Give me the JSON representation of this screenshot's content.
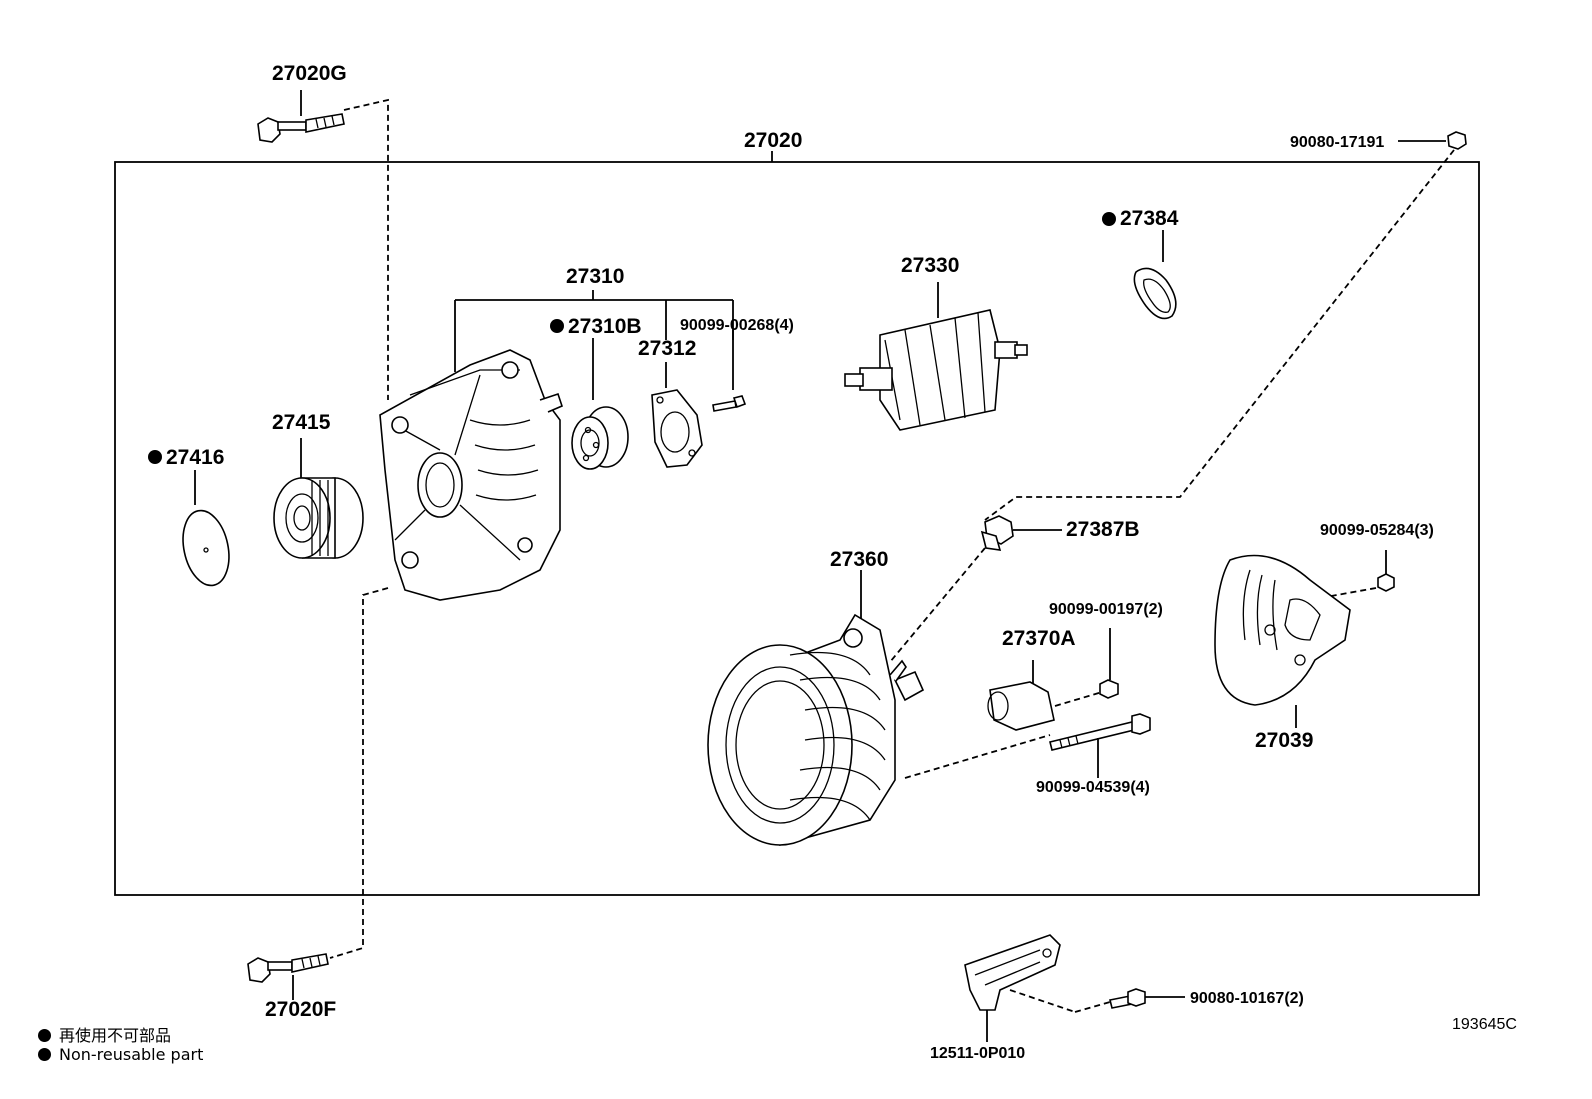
{
  "diagram_code": "193645C",
  "legend": {
    "line_jp": "再使用不可部品",
    "line_en": "Non-reusable part"
  },
  "labels": {
    "p27020G": "27020G",
    "p27020": "27020",
    "p90080_17191": "90080-17191",
    "p27384": "27384",
    "p27310": "27310",
    "p27330": "27330",
    "p27310B": "27310B",
    "p90099_00268": "90099-00268(4)",
    "p27312": "27312",
    "p27415": "27415",
    "p27416": "27416",
    "p27387B": "27387B",
    "p27360": "27360",
    "p90099_05284": "90099-05284(3)",
    "p90099_00197": "90099-00197(2)",
    "p27370A": "27370A",
    "p27039": "27039",
    "p90099_04539": "90099-04539(4)",
    "p27020F": "27020F",
    "p90080_10167": "90080-10167(2)",
    "p12511_0P010": "12511-0P010"
  },
  "non_reusable": [
    "27384",
    "27310B",
    "27416"
  ]
}
